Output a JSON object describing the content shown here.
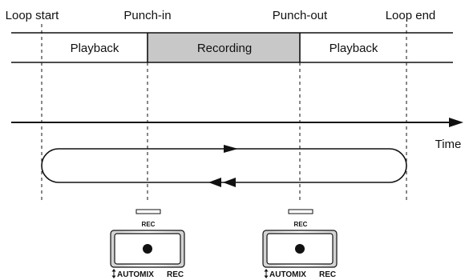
{
  "markers": {
    "loop_start": "Loop start",
    "punch_in": "Punch-in",
    "punch_out": "Punch-out",
    "loop_end": "Loop end"
  },
  "segments": {
    "playback_left": "Playback",
    "recording": "Recording",
    "playback_right": "Playback"
  },
  "timeline": {
    "time_label": "Time"
  },
  "buttons": [
    {
      "rec_label": "REC",
      "caption_icon": "updown-arrow-icon",
      "caption_automix": "AUTOMIX",
      "caption_rec": "REC"
    },
    {
      "rec_label": "REC",
      "caption_icon": "updown-arrow-icon",
      "caption_automix": "AUTOMIX",
      "caption_rec": "REC"
    }
  ],
  "colors": {
    "recording_fill": "#c8c8c8",
    "line": "#111111",
    "background": "#ffffff"
  }
}
